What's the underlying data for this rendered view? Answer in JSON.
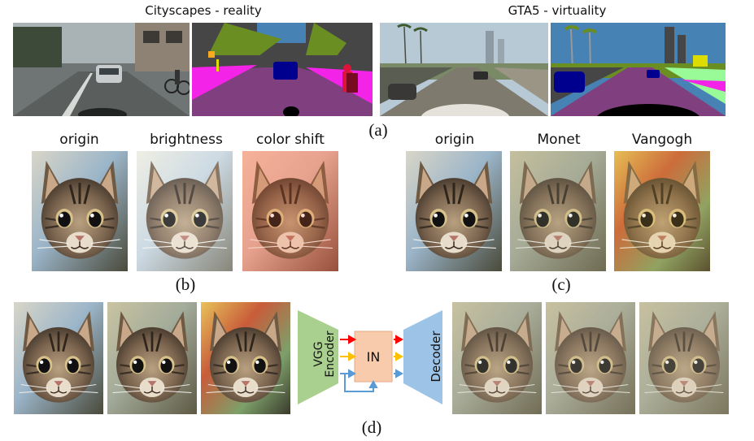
{
  "panel_a": {
    "caption": "(a)",
    "left_title": "Cityscapes - reality",
    "right_title": "GTA5 - virtuality"
  },
  "panel_b": {
    "caption": "(b)",
    "labels": [
      "origin",
      "brightness",
      "color shift"
    ]
  },
  "panel_c": {
    "caption": "(c)",
    "labels": [
      "origin",
      "Monet",
      "Vangogh"
    ]
  },
  "panel_d": {
    "caption": "(d)",
    "encoder_label_line1": "VGG",
    "encoder_label_line2": "Encoder",
    "in_label": "IN",
    "decoder_label": "Decoder"
  },
  "colors": {
    "encoder": "#a9d08e",
    "in_block": "#f8cbad",
    "decoder": "#9dc3e6",
    "arrow_red": "#ff0000",
    "arrow_yellow": "#ffc000",
    "arrow_blue": "#5b9bd5",
    "seg_road": "#80407f",
    "seg_veg": "#6b8e23",
    "seg_car": "#00008e",
    "seg_sidewalk": "#f423e8",
    "seg_sky": "#4682b4"
  }
}
